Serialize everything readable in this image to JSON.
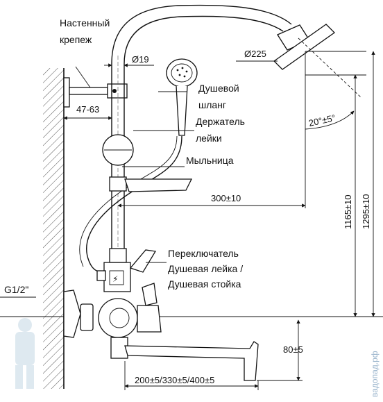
{
  "labels": {
    "wall_mount": "Настенный крепеж",
    "wall_mount_line1": "Настенный",
    "wall_mount_line2": "крепеж",
    "shower_hose_line1": "Душевой",
    "shower_hose_line2": "шланг",
    "holder_line1": "Держатель",
    "holder_line2": "лейки",
    "soap_dish": "Мыльница",
    "switch_line1": "Переключатель",
    "switch_line2": "Душевая лейка /",
    "switch_line3": "Душевая стойка",
    "thread": "G1/2\""
  },
  "dimensions": {
    "bar_diameter": "Ø19",
    "head_diameter": "Ø225",
    "wall_offset": "47-63",
    "head_angle": "20°±5°",
    "soap_dish_reach": "300±10",
    "height_1": "1165±10",
    "height_2": "1295±10",
    "spout_height": "80±5",
    "spout_lengths": "200±5/330±5/400±5"
  },
  "watermark": "вадопад.рф"
}
